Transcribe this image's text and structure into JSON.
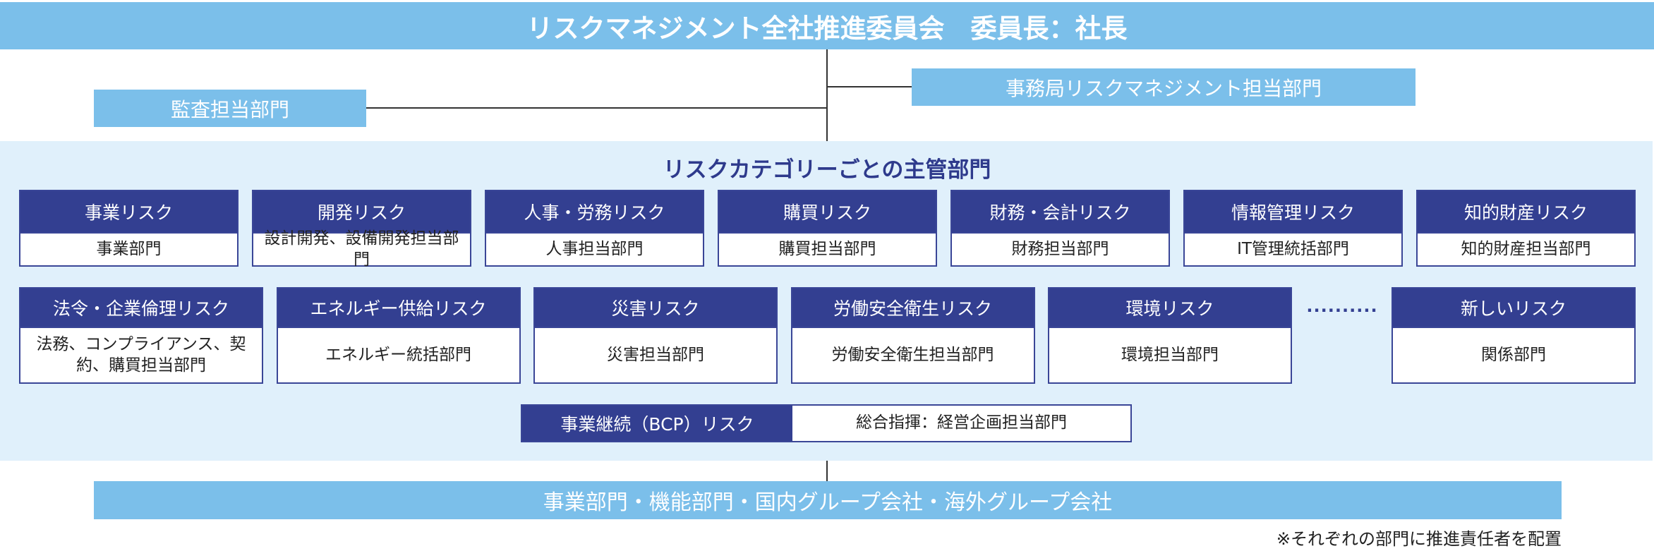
{
  "top": {
    "title": "リスクマネジメント全社推進委員会　委員長：社長"
  },
  "audit": "監査担当部門",
  "secretariat": "事務局リスクマネジメント担当部門",
  "panel_title": "リスクカテゴリーごとの主管部門",
  "row1": [
    {
      "risk": "事業リスク",
      "dept": "事業部門"
    },
    {
      "risk": "開発リスク",
      "dept": "設計開発、設備開発担当部門"
    },
    {
      "risk": "人事・労務リスク",
      "dept": "人事担当部門"
    },
    {
      "risk": "購買リスク",
      "dept": "購買担当部門"
    },
    {
      "risk": "財務・会計リスク",
      "dept": "財務担当部門"
    },
    {
      "risk": "情報管理リスク",
      "dept": "IT管理統括部門"
    },
    {
      "risk": "知的財産リスク",
      "dept": "知的財産担当部門"
    }
  ],
  "row2": [
    {
      "risk": "法令・企業倫理リスク",
      "dept": "法務、コンプライアンス、契約、購買担当部門"
    },
    {
      "risk": "エネルギー供給リスク",
      "dept": "エネルギー統括部門"
    },
    {
      "risk": "災害リスク",
      "dept": "災害担当部門"
    },
    {
      "risk": "労働安全衛生リスク",
      "dept": "労働安全衛生担当部門"
    },
    {
      "risk": "環境リスク",
      "dept": "環境担当部門"
    },
    {
      "risk": "新しいリスク",
      "dept": "関係部門"
    }
  ],
  "ellipsis": "..........",
  "bcp": {
    "risk": "事業継続（BCP）リスク",
    "dept": "総合指揮：経営企画担当部門"
  },
  "bottom": "事業部門・機能部門・国内グループ会社・海外グループ会社",
  "note": "※それぞれの部門に推進責任者を配置"
}
